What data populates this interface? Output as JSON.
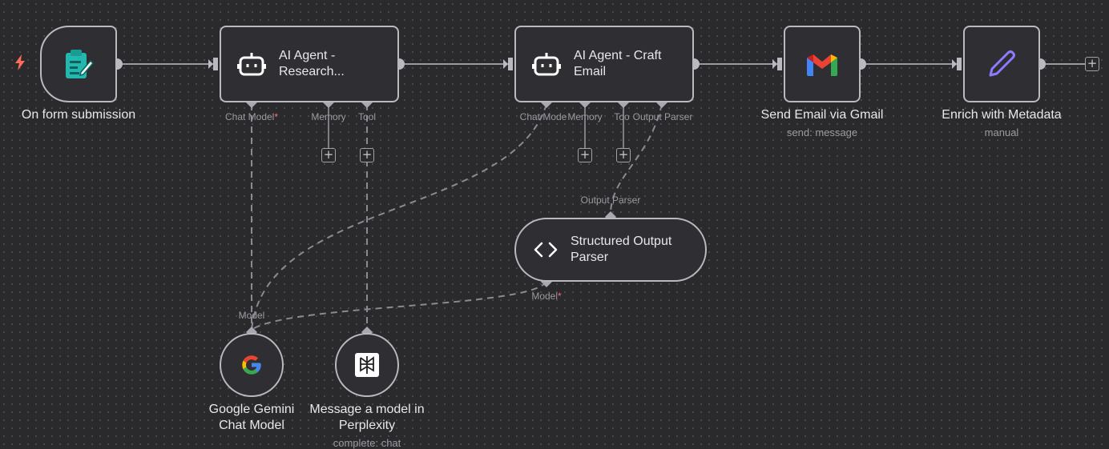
{
  "nodes": {
    "form": {
      "label": "On form submission"
    },
    "agent1": {
      "title": "AI Agent - Research...",
      "ports": {
        "chat_model": "Chat Model",
        "memory": "Memory",
        "tool": "Tool"
      }
    },
    "agent2": {
      "title": "AI Agent - Craft Email",
      "ports": {
        "chat_model": "Chat Mode",
        "memory": "Memory",
        "tool": "Too",
        "output_parser": "Output Parser"
      }
    },
    "gmail": {
      "label": "Send Email via Gmail",
      "subtitle": "send: message"
    },
    "meta": {
      "label": "Enrich with Metadata",
      "subtitle": "manual"
    },
    "parser": {
      "title": "Structured Output Parser",
      "input_label": "Output Parser",
      "output_label": "Model"
    },
    "gemini": {
      "label": "Google Gemini Chat Model",
      "input_label": "Model"
    },
    "perplexity": {
      "label": "Message a model in Perplexity",
      "subtitle": "complete: chat"
    }
  },
  "required_marker": "*",
  "add_symbol": "+",
  "colors": {
    "canvas": "#2a2a2c",
    "node": "#2f2f33",
    "border": "#b9b9bf",
    "accent": "#ff6d5a",
    "form_icon": "#22b8b0",
    "pen_icon": "#8b7bff"
  }
}
